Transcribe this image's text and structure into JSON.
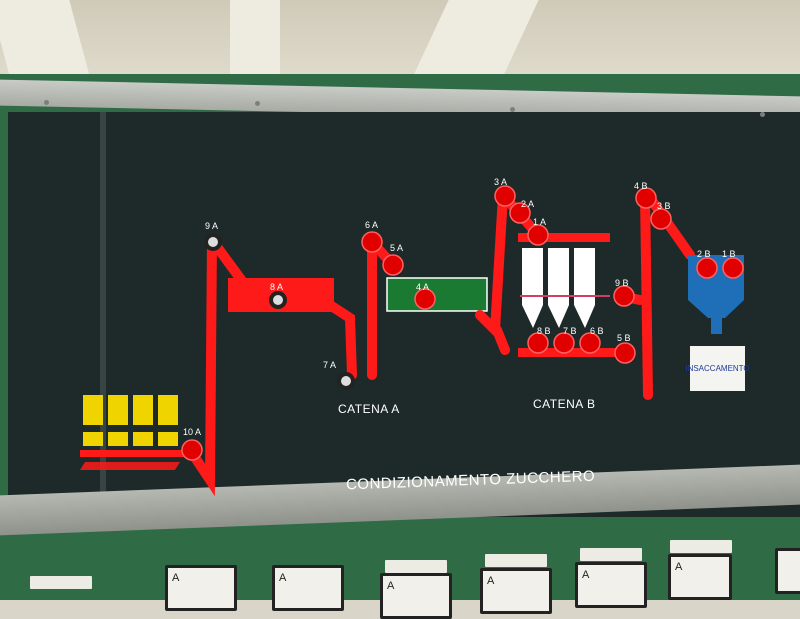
{
  "panel": {
    "title": "CONDIZIONAMENTO ZUCCHERO",
    "chain_a": "CATENA A",
    "chain_b": "CATENA B",
    "bagging": "INSACCAMENTO"
  },
  "stations": [
    "10 A",
    "9 A",
    "8 A",
    "7 A",
    "6 A",
    "5 A",
    "4 A",
    "3 A",
    "2 A",
    "1 A",
    "9 B",
    "8 B",
    "7 B",
    "6 B",
    "5 B",
    "4 B",
    "3 B",
    "2 B",
    "1 B"
  ],
  "meter_label": "A",
  "colors": {
    "line": "#ff1a1a",
    "station": "#e00000",
    "conveyor": "#1a7a32",
    "silo": "#1f6fb8",
    "hopper": "#f0d400",
    "panel": "#1d2a29",
    "cabinet": "#2f6b45"
  }
}
